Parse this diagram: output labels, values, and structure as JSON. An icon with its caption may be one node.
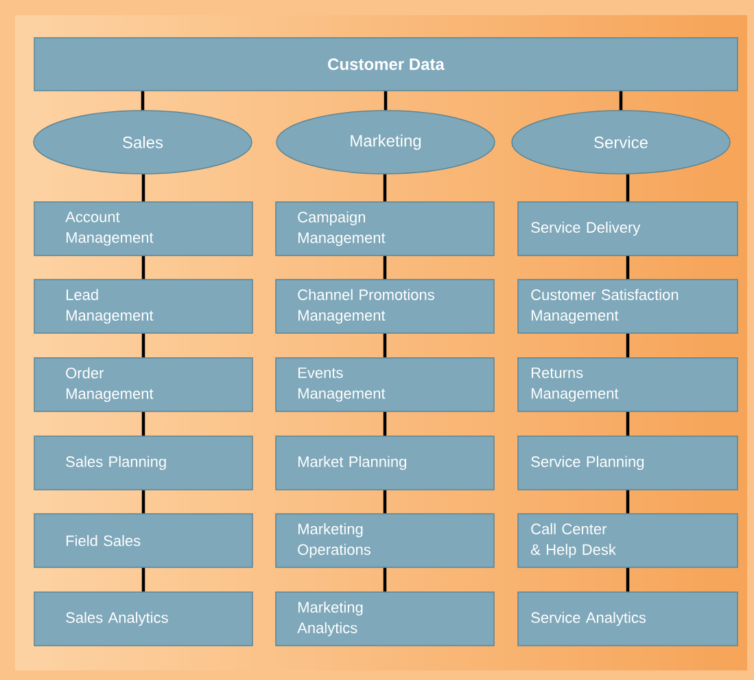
{
  "diagram": {
    "nodes": [
      {
        "text": [
          "Customer Data"
        ]
      },
      {
        "text": [
          "Sales"
        ]
      },
      {
        "text": [
          "Marketing"
        ]
      },
      {
        "text": [
          "Service"
        ]
      },
      {
        "text": [
          "Account Management"
        ]
      },
      {
        "text": [
          "Lead Management"
        ]
      },
      {
        "text": [
          "Order Management"
        ]
      },
      {
        "text": [
          "Sales Planning"
        ]
      },
      {
        "text": [
          "Field Sales"
        ]
      },
      {
        "text": [
          "Sales Analytics"
        ]
      },
      {
        "text": [
          "Campaign Management"
        ]
      },
      {
        "text": [
          "Channel Promotions Management"
        ]
      },
      {
        "text": [
          "Events Management"
        ]
      },
      {
        "text": [
          "Market Planning"
        ]
      },
      {
        "text": [
          "Marketing Operations"
        ]
      },
      {
        "text": [
          "Marketing Analytics"
        ]
      },
      {
        "text": [
          "Service Delivery"
        ]
      },
      {
        "text": [
          "Customer Satisfaction Management"
        ]
      },
      {
        "text": [
          "Returns Management"
        ]
      },
      {
        "text": [
          "Service Planning"
        ]
      },
      {
        "text": [
          "Call Center & Help Desk"
        ]
      },
      {
        "text": [
          "Service Analytics"
        ]
      }
    ],
    "edges": [
      {
        "from": 0,
        "to": 1,
        "arrow": "none"
      },
      {
        "from": 0,
        "to": 2,
        "arrow": "none"
      },
      {
        "from": 0,
        "to": 3,
        "arrow": "none"
      },
      {
        "from": 1,
        "to": 4,
        "arrow": "none"
      },
      {
        "from": 4,
        "to": 5,
        "arrow": "none"
      },
      {
        "from": 5,
        "to": 6,
        "arrow": "none"
      },
      {
        "from": 6,
        "to": 7,
        "arrow": "none"
      },
      {
        "from": 7,
        "to": 8,
        "arrow": "none"
      },
      {
        "from": 8,
        "to": 9,
        "arrow": "none"
      },
      {
        "from": 2,
        "to": 10,
        "arrow": "none"
      },
      {
        "from": 10,
        "to": 11,
        "arrow": "none"
      },
      {
        "from": 11,
        "to": 12,
        "arrow": "none"
      },
      {
        "from": 12,
        "to": 13,
        "arrow": "none"
      },
      {
        "from": 13,
        "to": 14,
        "arrow": "none"
      },
      {
        "from": 14,
        "to": 15,
        "arrow": "none"
      },
      {
        "from": 3,
        "to": 16,
        "arrow": "none"
      },
      {
        "from": 16,
        "to": 17,
        "arrow": "none"
      },
      {
        "from": 17,
        "to": 18,
        "arrow": "none"
      },
      {
        "from": 18,
        "to": 19,
        "arrow": "none"
      },
      {
        "from": 19,
        "to": 20,
        "arrow": "none"
      },
      {
        "from": 20,
        "to": 21,
        "arrow": "none"
      }
    ]
  }
}
